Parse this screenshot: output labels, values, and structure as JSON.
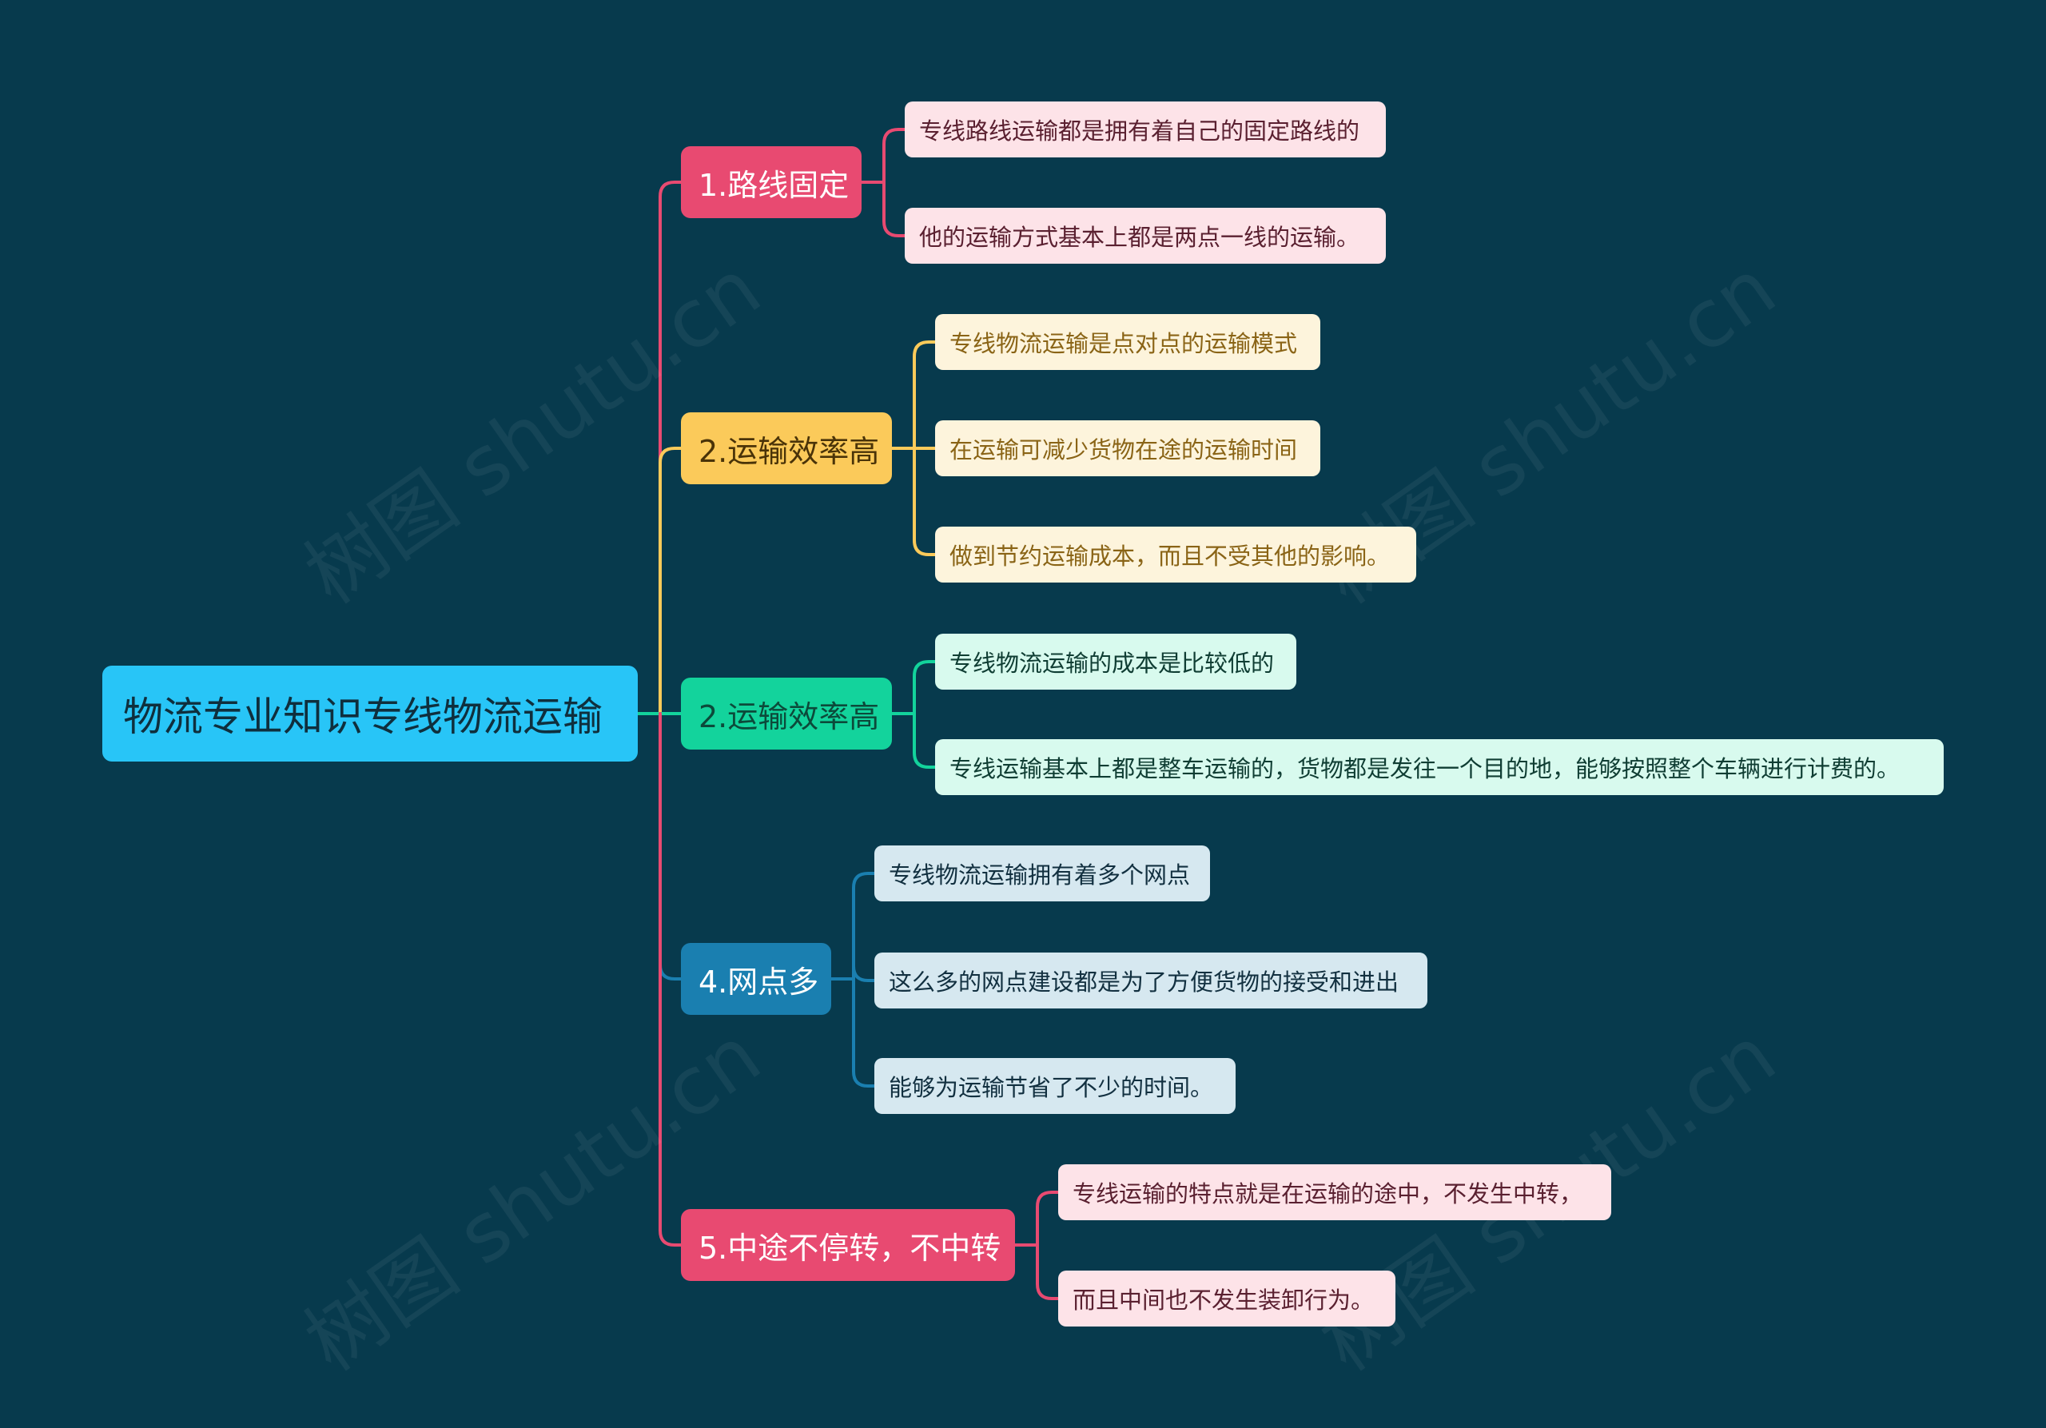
{
  "root": {
    "label": "物流专业知识专线物流运输",
    "color": "#28c5f7"
  },
  "branches": [
    {
      "label": "1.路线固定",
      "color": "#e84a71",
      "text_color": "#ffffff",
      "leaf_bg": "#fde3e8",
      "leaf_text": "#5a2030",
      "leaves": [
        "专线路线运输都是拥有着自己的固定路线的",
        "他的运输方式基本上都是两点一线的运输。"
      ]
    },
    {
      "label": "2.运输效率高",
      "color": "#fbca5a",
      "text_color": "#4a3308",
      "leaf_bg": "#fdf4dc",
      "leaf_text": "#8a6416",
      "leaves": [
        "专线物流运输是点对点的运输模式",
        "在运输可减少货物在途的运输时间",
        "做到节约运输成本，而且不受其他的影响。"
      ]
    },
    {
      "label": "2.运输效率高",
      "color": "#13d39c",
      "text_color": "#0c4a3a",
      "leaf_bg": "#d8faee",
      "leaf_text": "#0f3d33",
      "leaves": [
        "专线物流运输的成本是比较低的",
        "专线运输基本上都是整车运输的，货物都是发往一个目的地，能够按照整个车辆进行计费的。"
      ]
    },
    {
      "label": "4.网点多",
      "color": "#1a7fb0",
      "text_color": "#ffffff",
      "leaf_bg": "#d6e8f0",
      "leaf_text": "#123040",
      "leaves": [
        "专线物流运输拥有着多个网点",
        "这么多的网点建设都是为了方便货物的接受和进出",
        "能够为运输节省了不少的时间。"
      ]
    },
    {
      "label": "5.中途不停转，不中转",
      "color": "#e84a71",
      "text_color": "#ffffff",
      "leaf_bg": "#fde3e8",
      "leaf_text": "#5a2030",
      "leaves": [
        "专线运输的特点就是在运输的途中，不发生中转，",
        "而且中间也不发生装卸行为。"
      ]
    }
  ],
  "watermark": "树图 shutu.cn"
}
